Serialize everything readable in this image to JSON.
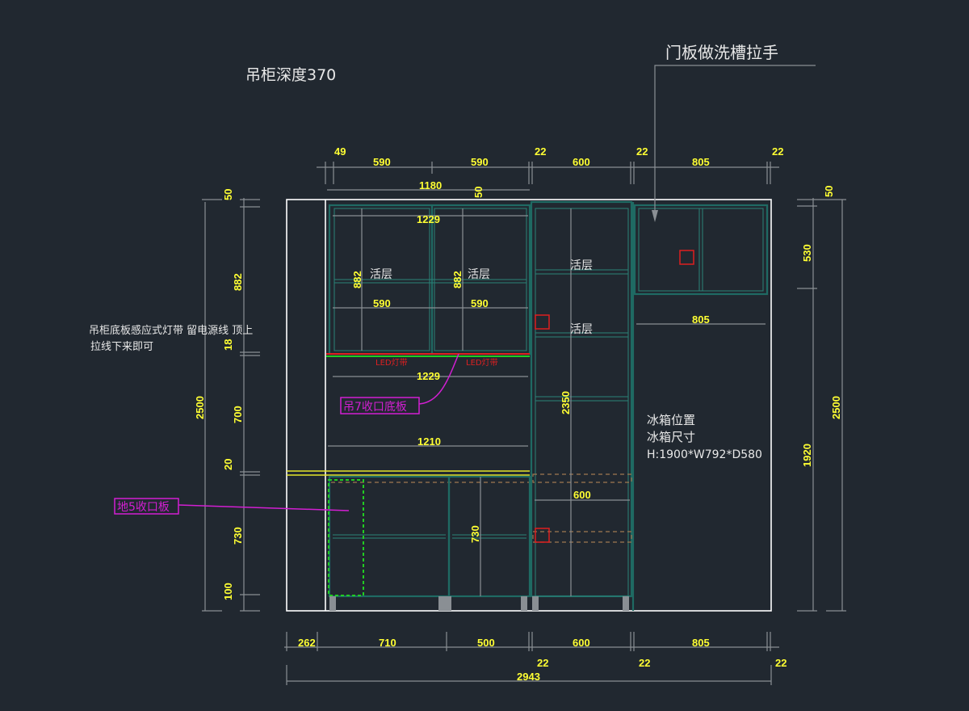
{
  "title_notes": {
    "upper_cabinet_depth": "吊柜深度370",
    "door_handle_note": "门板做洗槽拉手",
    "led_note_line1": "吊柜底板感应式灯带  留电源线  顶上",
    "led_note_line2": "拉线下来即可",
    "fridge_label_1": "冰箱位置",
    "fridge_label_2": "冰箱尺寸",
    "fridge_size": "H:1900*W792*D580",
    "shelf_label": "活层",
    "led_strip_label": "LED灯带",
    "upper_trim_board": "吊7收口底板",
    "base_trim_board": "地5收口板"
  },
  "top_dimensions": [
    "49",
    "590",
    "590",
    "22",
    "600",
    "22",
    "805",
    "22"
  ],
  "top_overall": "1180",
  "top_small_50": "50",
  "inner_dimensions": {
    "upper_width": "1229",
    "upper_height_left": "882",
    "upper_height_right": "882",
    "shelf_width_left": "590",
    "shelf_width_right": "590",
    "under_led_width": "1229",
    "counter_width": "1210",
    "tall_cabinet_height": "2350",
    "tall_inner_width": "600",
    "base_height": "730",
    "fridge_top_width": "805"
  },
  "left_dimensions": {
    "overall": "2500",
    "parts": [
      "50",
      "882",
      "18",
      "700",
      "20",
      "730",
      "100"
    ]
  },
  "right_dimensions": {
    "overall": "2500",
    "parts": [
      "50",
      "530",
      "1920"
    ]
  },
  "bottom_dimensions": [
    "262",
    "710",
    "500",
    "600",
    "805"
  ],
  "bottom_gaps": [
    "22",
    "22",
    "22"
  ],
  "bottom_overall": "2943",
  "colors": {
    "background": "#212830",
    "dimension_text": "#ffff33",
    "cabinet_line": "#1f6a63",
    "annotation_magenta": "#d21fd2",
    "led_red": "#e02020",
    "led_green": "#22cc22",
    "marker_red": "#dd1f1f"
  }
}
